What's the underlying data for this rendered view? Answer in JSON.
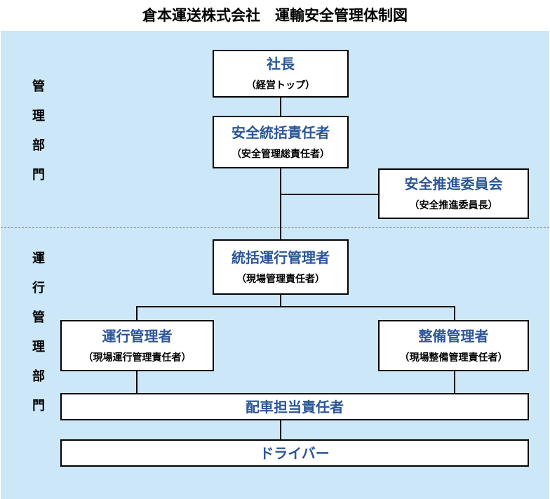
{
  "title": "倉本運送株式会社　運輸安全管理体制図",
  "sections": [
    {
      "label": [
        "管",
        "理",
        "部",
        "門"
      ]
    },
    {
      "label": [
        "運",
        "行",
        "管",
        "理",
        "部",
        "門"
      ]
    }
  ],
  "nodes": {
    "president": {
      "title": "社長",
      "subtitle": "（経営トップ）"
    },
    "safety_supervisor": {
      "title": "安全統括責任者",
      "subtitle": "（安全管理総責任者）"
    },
    "safety_committee": {
      "title": "安全推進委員会",
      "subtitle": "（安全推進委員長）"
    },
    "operations_supervisor": {
      "title": "統括運行管理者",
      "subtitle": "（現場管理責任者）"
    },
    "operations_manager": {
      "title": "運行管理者",
      "subtitle": "（現場運行管理責任者）"
    },
    "maintenance_manager": {
      "title": "整備管理者",
      "subtitle": "（現場整備管理責任者）"
    },
    "dispatch": {
      "title": "配車担当責任者"
    },
    "driver": {
      "title": "ドライバー"
    }
  },
  "colors": {
    "background_panel": "#cce7f7",
    "node_title": "#2c5697",
    "node_border": "#000000"
  }
}
